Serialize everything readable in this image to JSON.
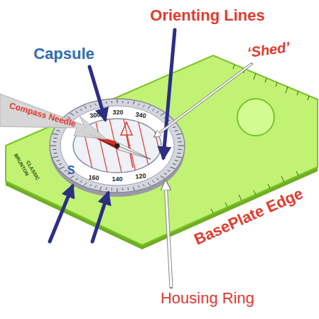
{
  "diagram": {
    "labels": [
      "Orienting Lines",
      "Capsule",
      "‘Shed’",
      "Compass Needle",
      "BasePlate Edge",
      "Housing Ring",
      "300",
      "320",
      "340",
      "S",
      "160",
      "140",
      "120",
      "BRUNTON",
      "CLASSIC"
    ]
  }
}
